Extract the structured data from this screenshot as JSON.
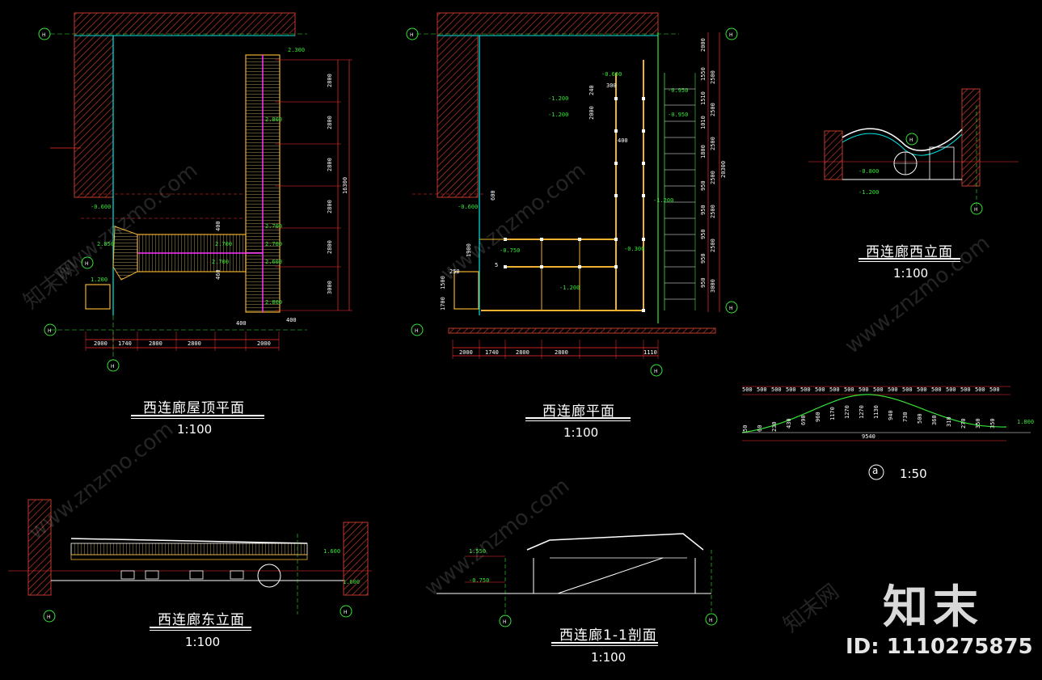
{
  "drawings": {
    "roof_plan": {
      "title": "西连廊屋顶平面",
      "scale": "1:100"
    },
    "floor_plan": {
      "title": "西连廊平面",
      "scale": "1:100"
    },
    "west_elevation": {
      "title": "西连廊西立面",
      "scale": "1:100"
    },
    "east_elevation": {
      "title": "西连廊东立面",
      "scale": "1:100"
    },
    "section_1_1": {
      "title": "西连廊1-1剖面",
      "scale": "1:100"
    },
    "detail_a": {
      "label": "a",
      "scale": "1:50"
    }
  },
  "roof_plan_dims": {
    "bottom": [
      "2000",
      "1740",
      "2800",
      "2800",
      "2000"
    ],
    "right": [
      "2800",
      "2800",
      "2800",
      "2800",
      "2800",
      "3000"
    ],
    "total": "16300",
    "levels": [
      "2.300",
      "2.800",
      "2.700",
      "2.700",
      "2.700",
      "2.600",
      "2.700",
      "2.800",
      "2.050",
      "1.200",
      "-0.600"
    ],
    "misc": [
      "400",
      "400",
      "400",
      "460"
    ]
  },
  "floor_plan_dims": {
    "bottom": [
      "2000",
      "1740",
      "2800",
      "2800",
      "1110"
    ],
    "right_a": [
      "2000",
      "1550",
      "1510",
      "1010",
      "1800",
      "950",
      "950",
      "950",
      "950",
      "950"
    ],
    "right_b": [
      "2500",
      "2500",
      "2500",
      "2500",
      "2500",
      "2500",
      "3000"
    ],
    "total": "20300",
    "levels": [
      "-0.600",
      "-1.200",
      "-1.200",
      "-0.950",
      "-0.950",
      "-0.600",
      "-0.300",
      "-1.200",
      "-0.750",
      "-1.200"
    ],
    "misc": [
      "240",
      "2000",
      "400",
      "1900",
      "1500",
      "250",
      "600",
      "1700",
      "300",
      "5"
    ]
  },
  "detail_a_dims": {
    "top": [
      "500",
      "500",
      "500",
      "500",
      "500",
      "500",
      "500",
      "500",
      "500",
      "500",
      "500",
      "500",
      "500",
      "500",
      "500",
      "500",
      "500",
      "500"
    ],
    "heights": [
      "50",
      "60",
      "230",
      "430",
      "690",
      "960",
      "1170",
      "1270",
      "1270",
      "1130",
      "940",
      "730",
      "500",
      "360",
      "310",
      "270",
      "350",
      "350"
    ],
    "total": "9540",
    "level": "1.800"
  },
  "elevation_levels": {
    "east": [
      "1.600",
      "1.600"
    ],
    "west": [
      "-0.800",
      "-1.200"
    ],
    "section": [
      "1.550",
      "-0.750"
    ]
  },
  "axis_labels": {
    "roof": [
      "H",
      "H",
      "H",
      "H"
    ],
    "floor": [
      "H",
      "H",
      "H",
      "H",
      "H"
    ],
    "west": [
      "H",
      "H"
    ],
    "east": [
      "H",
      "H"
    ],
    "section": [
      "H",
      "H"
    ]
  },
  "watermark": {
    "site": "www.znzmo.com",
    "cn": "知末网"
  },
  "brand": {
    "logo": "知末",
    "id": "ID: 1110275875"
  },
  "colors": {
    "background": "#000000",
    "wall_hatch": "#c0392b",
    "grid_line": "#35e535",
    "dim_line": "#ff3030",
    "beam": "#f0b030",
    "roof_fill": "#e8e8a0",
    "annotation": "#ff30ff",
    "wall_line": "#00e5e5",
    "text": "#ffffff"
  }
}
